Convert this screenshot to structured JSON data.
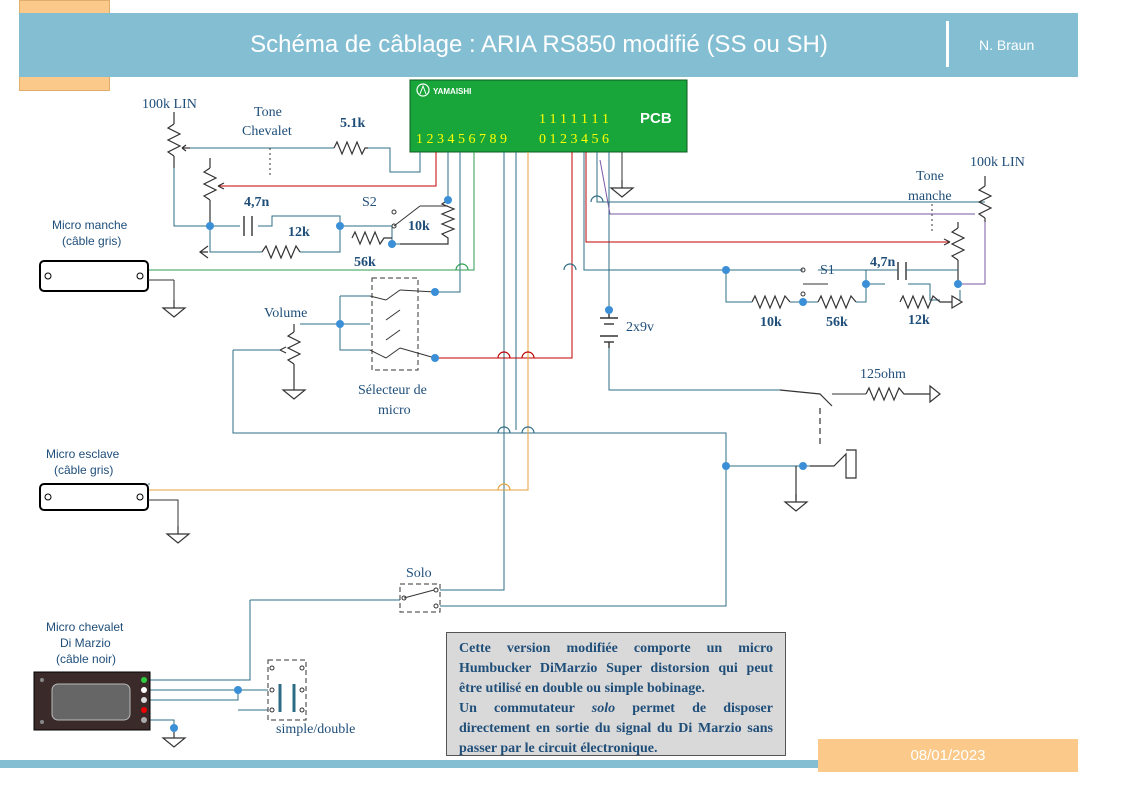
{
  "header": {
    "title": "Schéma de câblage : ARIA RS850 modifié (SS ou SH)",
    "author": "N. Braun"
  },
  "footer": {
    "date": "08/01/2023"
  },
  "pcb": {
    "brand": "YAMAISHI",
    "label": "PCB",
    "pins_top": "1 1 1 1 1 1 1",
    "pins_bottom_left": "1 2 3 4 5 6 7 8 9",
    "pins_bottom_right": "0 1 2 3 4 5 6"
  },
  "labels": {
    "pot_100k_left": "100k LIN",
    "tone_chevalet": [
      "Tone",
      "Chevalet"
    ],
    "r_5_1k": "5.1k",
    "c_4_7n_left": "4,7n",
    "s2": "S2",
    "r_10k_left": "10k",
    "r_12k_left": "12k",
    "r_56k_left": "56k",
    "micro_manche": [
      "Micro manche",
      "(câble gris)"
    ],
    "volume": "Volume",
    "selecteur": [
      "Sélecteur de",
      "micro"
    ],
    "battery": "2x9v",
    "pot_100k_right": "100k LIN",
    "tone_manche": [
      "Tone",
      "manche"
    ],
    "s1": "S1",
    "c_4_7n_right": "4,7n",
    "r_10k_right": "10k",
    "r_56k_right": "56k",
    "r_12k_right": "12k",
    "r_125ohm": "125ohm",
    "micro_esclave": [
      "Micro esclave",
      "(câble gris)"
    ],
    "solo": "Solo",
    "micro_chevalet": [
      "Micro chevalet",
      "Di Marzio",
      "(câble noir)"
    ],
    "simple_double": "simple/double"
  },
  "note": {
    "line1": "Cette version modifiée comporte un micro Humbucker DiMarzio Super distorsion qui peut être utilisé en double ou simple bobinage.",
    "line2_a": "Un commutateur ",
    "line2_em": "solo",
    "line2_b": " permet de disposer directement en sortie du signal du Di Marzio sans passer par le circuit électronique."
  },
  "colors": {
    "header": "#84bed2",
    "accent": "#fbc98a",
    "pcb": "#18a63a",
    "wire_blue": "#2e6c85",
    "wire_red": "#c00000",
    "wire_green": "#2e9e4f",
    "wire_orange": "#e6a23c",
    "node": "#3b8fd6"
  }
}
